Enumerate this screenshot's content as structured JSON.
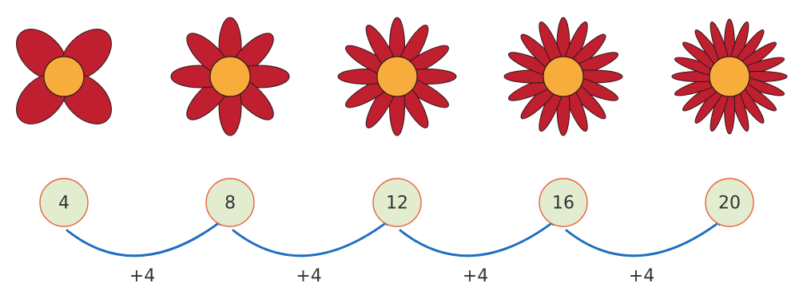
{
  "flowers": [
    {
      "petals": 4,
      "count_label": "4"
    },
    {
      "petals": 8,
      "count_label": "8"
    },
    {
      "petals": 12,
      "count_label": "12"
    },
    {
      "petals": 16,
      "count_label": "16"
    },
    {
      "petals": 20,
      "count_label": "20"
    }
  ],
  "steps": [
    {
      "label": "+4"
    },
    {
      "label": "+4"
    },
    {
      "label": "+4"
    },
    {
      "label": "+4"
    }
  ],
  "colors": {
    "petal_fill": "#bf1f2f",
    "petal_stroke": "#2a1a1a",
    "center_fill": "#f8ac3c",
    "count_circle_fill": "#e2edd0",
    "count_circle_stroke": "#e8623e",
    "arrow": "#1f6fc0",
    "text": "#333333"
  }
}
